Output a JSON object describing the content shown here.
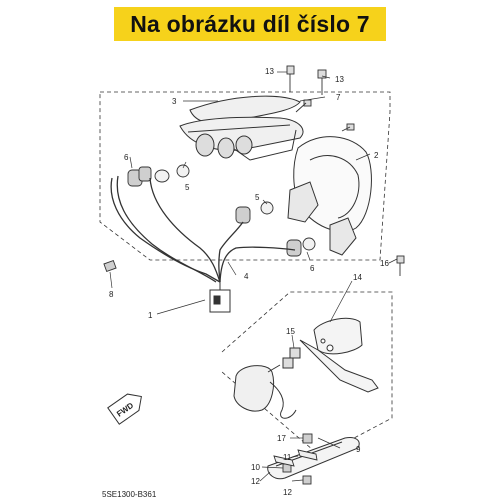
{
  "banner": {
    "text": "Na obrázku díl číslo 7",
    "color": "#f6d21b"
  },
  "diagram": {
    "code": "5SE1300-B361",
    "fwd_label": "FWD",
    "callouts": [
      "1",
      "2",
      "3",
      "4",
      "5",
      "5",
      "6",
      "6",
      "7",
      "8",
      "9",
      "10",
      "11",
      "12",
      "12",
      "13",
      "13",
      "14",
      "15",
      "16",
      "17"
    ]
  }
}
